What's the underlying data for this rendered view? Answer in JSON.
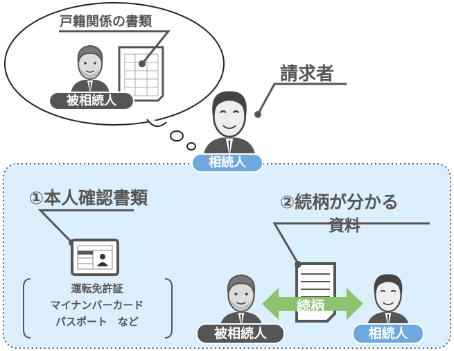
{
  "thought": {
    "doc_label": "戸籍関係の書類",
    "deceased_label": "被相続人"
  },
  "requester": {
    "title": "請求者",
    "role_label": "相続人"
  },
  "section1": {
    "title": "①本人確認書類",
    "examples": [
      "運転免許証",
      "マイナンバーカード",
      "パスポート　など"
    ]
  },
  "section2": {
    "title_line1": "②続柄が分かる",
    "title_line2": "資料",
    "relation_label": "続柄",
    "deceased_label": "被相続人",
    "heir_label": "相続人"
  },
  "colors": {
    "region_fill": "#dcefff",
    "dark_pill": "#555555",
    "blue_pill": "#6fa8dc",
    "arrow": "#8dc26f"
  }
}
